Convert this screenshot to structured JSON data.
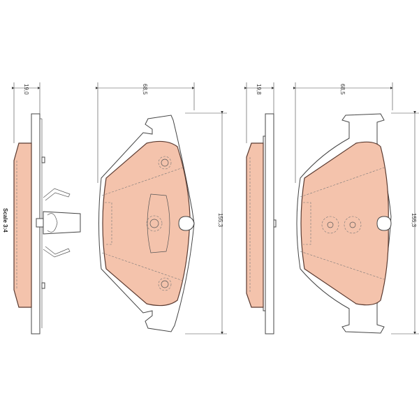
{
  "drawing": {
    "scale_label": "Scale 3:4",
    "left_pad": {
      "thickness": "19,0",
      "width": "68,5",
      "height": "155,3"
    },
    "right_pad": {
      "thickness": "19,8",
      "width": "68,5",
      "height": "155,3"
    },
    "colors": {
      "friction_material": "#f4c3ac",
      "outline": "#444444"
    }
  }
}
